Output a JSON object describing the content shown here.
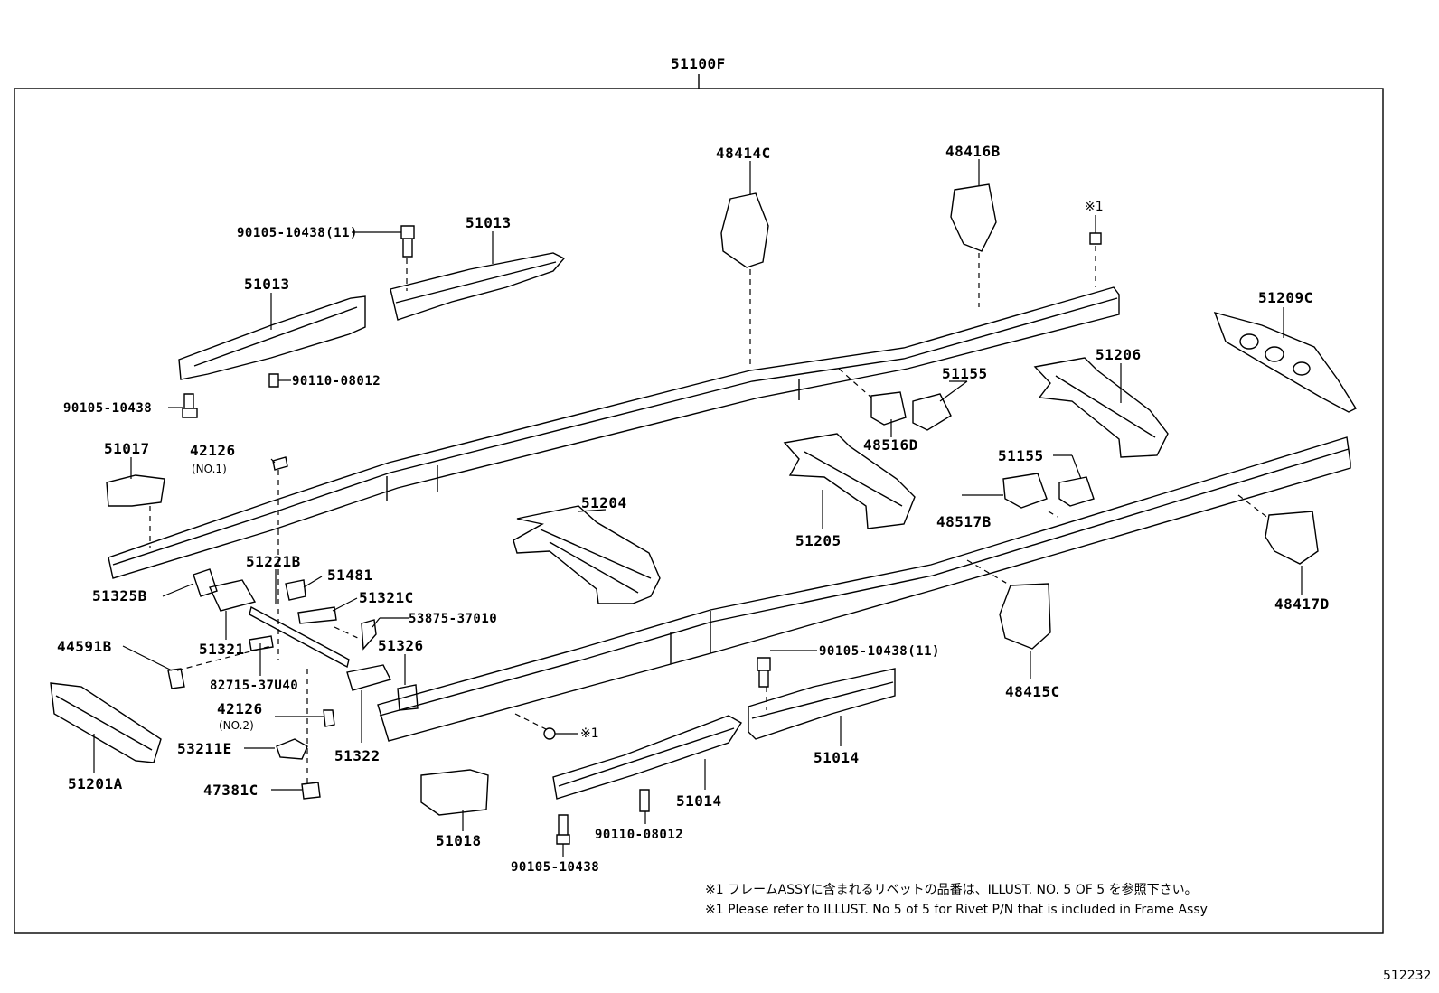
{
  "assembly_label": "51100F",
  "parts": {
    "p48414C": "48414C",
    "p48416B": "48416B",
    "rivet_mark_top": "※1",
    "p90105_10438_11_top": "90105-10438(11)",
    "p51013_a": "51013",
    "p51013_b": "51013",
    "p51209C": "51209C",
    "p90110_08012_top": "90110-08012",
    "p51206": "51206",
    "p51155_a": "51155",
    "p90105_10438_left": "90105-10438",
    "p48516D": "48516D",
    "p51017": "51017",
    "p42126_no1": "42126",
    "no1": "(NO.1)",
    "p51155_b": "51155",
    "p51204": "51204",
    "p48517B": "48517B",
    "p51205": "51205",
    "p51221B": "51221B",
    "p51481": "51481",
    "p51325B": "51325B",
    "p51321C": "51321C",
    "p53875_37010": "53875-37010",
    "p48417D": "48417D",
    "p44591B": "44591B",
    "p51321": "51321",
    "p51326": "51326",
    "p90105_10438_11_right": "90105-10438(11)",
    "p82715_37U40": "82715-37U40",
    "p48415C": "48415C",
    "p42126_no2": "42126",
    "no2": "(NO.2)",
    "rivet_mark_mid": "※1",
    "p53211E": "53211E",
    "p51322": "51322",
    "p51014_a": "51014",
    "p51201A": "51201A",
    "p47381C": "47381C",
    "p51014_b": "51014",
    "p90110_08012_bottom": "90110-08012",
    "p51018": "51018",
    "p90105_10438_bottom": "90105-10438"
  },
  "notes": {
    "jp": "※1 フレームASSYに含まれるリベットの品番は、ILLUST. NO. 5  OF  5  を参照下さい。",
    "en": "※1 Please refer to ILLUST. No 5 of 5 for Rivet P/N that is included in Frame Assy"
  },
  "figure_id": "512232"
}
